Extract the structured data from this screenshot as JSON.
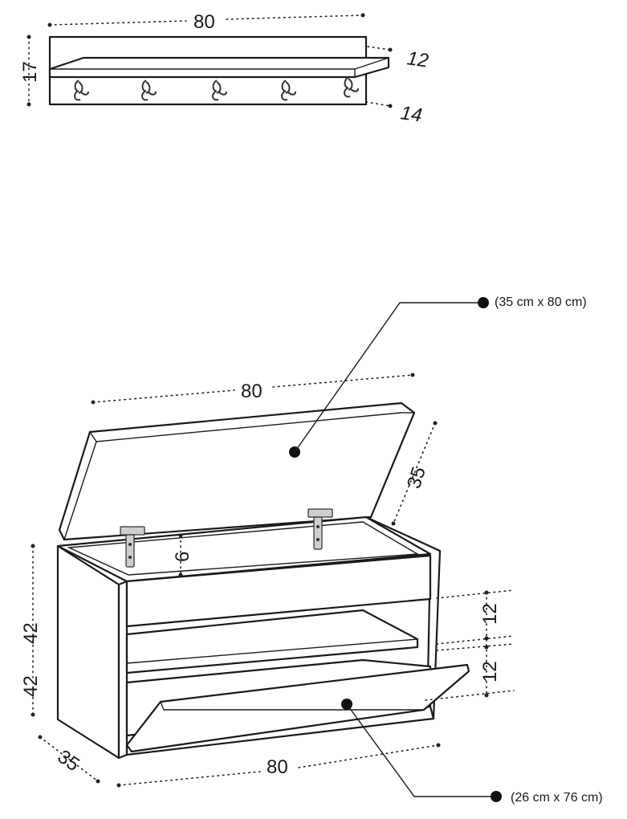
{
  "shelf": {
    "width_label": "80",
    "height_label": "17",
    "shelf_depth_label": "12",
    "bracket_depth_label": "14",
    "hook_count": 5
  },
  "bench": {
    "lid_width_label": "80",
    "lid_depth_label": "35",
    "lid_callout": "(35 cm x 80 cm)",
    "inner_depth_label": "6",
    "height_label_upper": "42",
    "height_label_lower": "42",
    "compartment_label_upper": "12",
    "compartment_label_lower": "12",
    "base_width_label": "80",
    "base_depth_label": "35",
    "door_callout": "(26 cm x 76 cm)"
  }
}
